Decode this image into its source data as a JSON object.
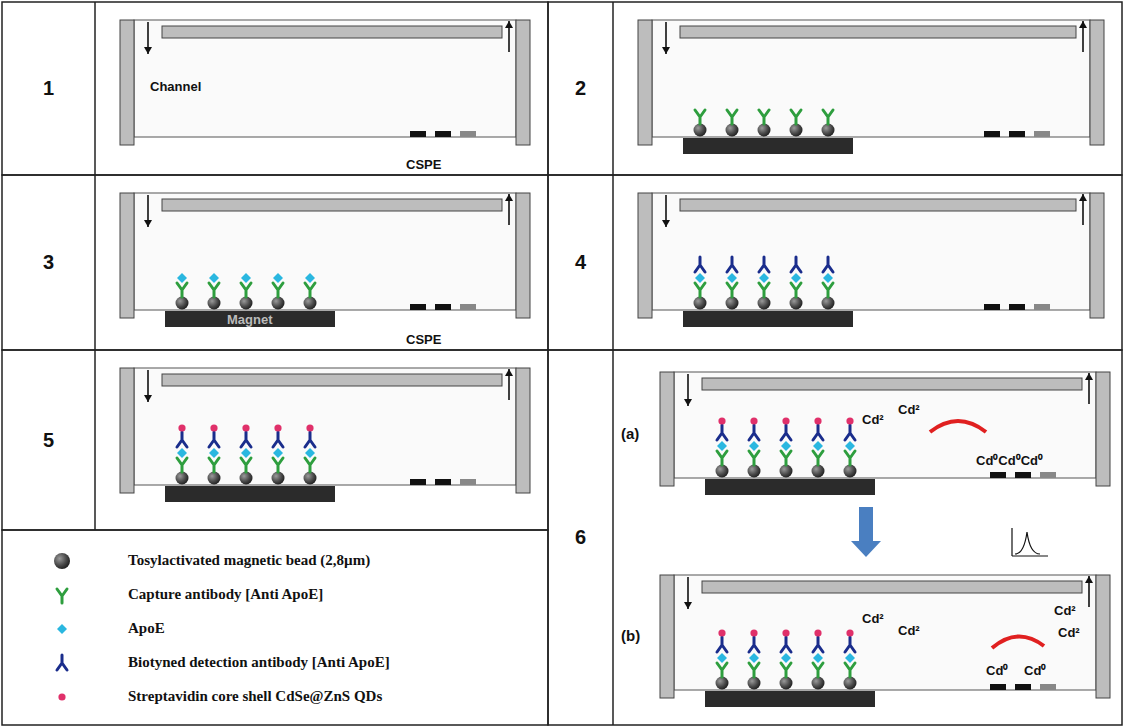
{
  "diagram": {
    "nodes": [
      {
        "text": [
          "1"
        ]
      },
      {
        "text": [
          "2"
        ]
      },
      {
        "text": [
          "3"
        ]
      },
      {
        "text": [
          "4"
        ]
      },
      {
        "text": [
          "5"
        ]
      },
      {
        "text": [
          "6"
        ]
      },
      {
        "text": [
          "(a)"
        ],
        "in": 5
      },
      {
        "text": [
          "(b)"
        ],
        "in": 5
      }
    ],
    "edges": [
      {
        "from": 6,
        "to": 7,
        "arrow": "to"
      }
    ],
    "labels": [
      "Channel",
      "CSPE",
      "Magnet",
      "CSPE",
      "Cd²",
      "Cd²",
      "Cd⁰Cd⁰Cd⁰",
      "Cd²",
      "Cd²",
      "Cd²",
      "Cd²",
      "Cd⁰",
      "Cd⁰"
    ],
    "legend": [
      {
        "text": "Tosylactivated magnetic bead (2,8µm)"
      },
      {
        "text": "Capture antibody [Anti ApoE]"
      },
      {
        "text": "ApoE"
      },
      {
        "text": "Biotyned detection antibody [Anti ApoE]"
      },
      {
        "text": "Streptavidin core shell CdSe@ZnS QDs"
      }
    ]
  }
}
